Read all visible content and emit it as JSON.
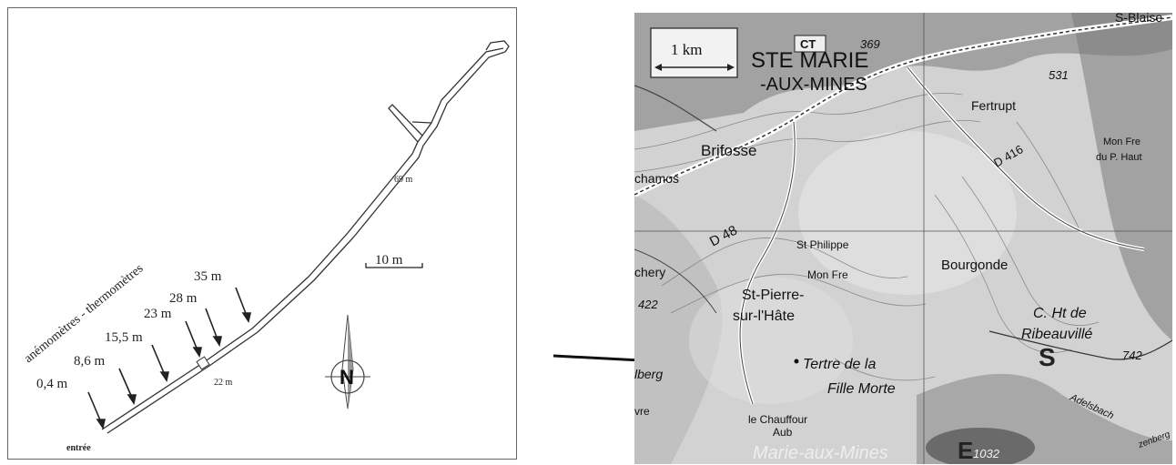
{
  "survey": {
    "instruments_label": "anémomètres - thermomètres",
    "entrance_label": "entrée",
    "scale_label": "10  m",
    "north_label": "N",
    "distance_labels": {
      "m69": "69 m",
      "m22": "22 m",
      "m35": "35 m",
      "m28": "28 m",
      "m23": "23 m",
      "m15_5": "15,5 m",
      "m8_6": "8,6 m",
      "m0_4": "0,4 m"
    }
  },
  "topo_map": {
    "scale_label": "1 km",
    "place_labels": {
      "ste_marie": "STE MARIE",
      "aux_mines": "-AUX-MINES",
      "fertrupt": "Fertrupt",
      "brifosse": "Brifosse",
      "chamos": "chamos",
      "st_philippe": "St Philippe",
      "mon_fre": "Mon Fre",
      "bourgonde": "Bourgonde",
      "st_pierre": "St-Pierre-",
      "sur_l_hate": "sur-l'Hâte",
      "c_ht_de": "C. Ht de",
      "ribeauville": "Ribeauvillé",
      "tertre_de_la": "Tertre de la",
      "fille_morte": "Fille Morte",
      "le_chaufour": "le Chauffour",
      "aub": "Aub",
      "marie_aux_mines": "Marie-aux-Mines",
      "adelsbach": "Adelsbach",
      "mon_fre_2": "Mon Fre",
      "du_p_haut": "du P. Haut",
      "st_blaise": "S-Blaise",
      "chery": "chery",
      "lberg": "lberg",
      "vre": "vre",
      "zenberg": "zenberg"
    },
    "road_labels": {
      "d48": "D 48",
      "d416": "D 416",
      "ct": "CT"
    },
    "elevations": {
      "e369": "369",
      "e531": "531",
      "e742": "742",
      "e422": "422",
      "e1032": "1032"
    }
  }
}
